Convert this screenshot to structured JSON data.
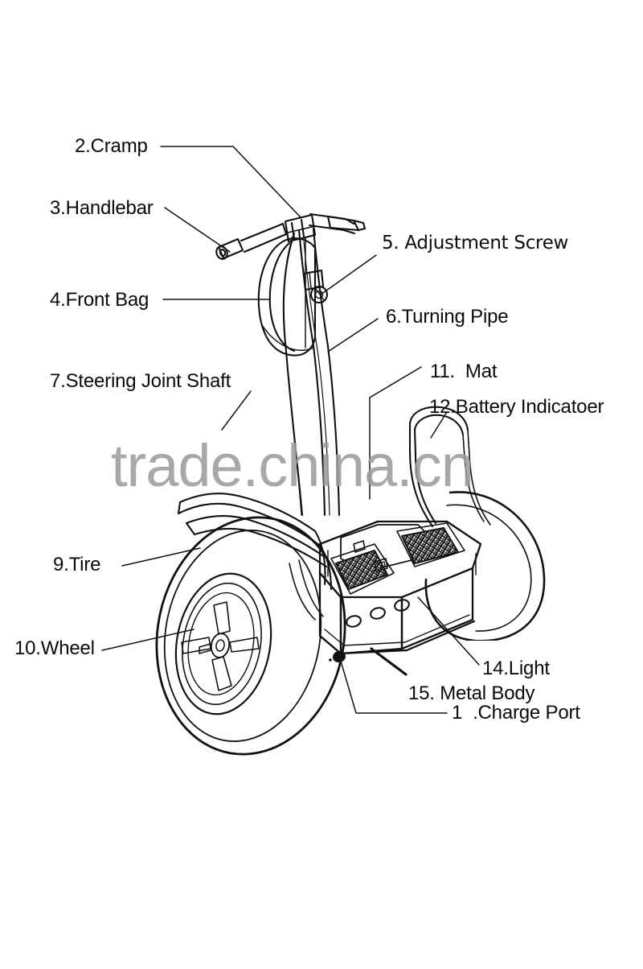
{
  "document": {
    "type": "exploded-parts-diagram",
    "subject": "Self-balancing electric scooter (two-wheel personal transporter)",
    "background_color": "#ffffff",
    "line_color": "#111111"
  },
  "watermark": {
    "text": "trade.china.cn",
    "color": "#9d9d9d"
  },
  "labels": [
    {
      "id": "2",
      "text": "2.Cramp",
      "name": "label-cramp"
    },
    {
      "id": "3",
      "text": "3.Handlebar",
      "name": "label-handlebar"
    },
    {
      "id": "4",
      "text": "4.Front Bag",
      "name": "label-front-bag"
    },
    {
      "id": "5",
      "text": "5. Adjustment Screw",
      "name": "label-adjustment-screw"
    },
    {
      "id": "6",
      "text": "6.Turning Pipe",
      "name": "label-turning-pipe"
    },
    {
      "id": "7",
      "text": "7.Steering Joint Shaft",
      "name": "label-steering-joint-shaft"
    },
    {
      "id": "9",
      "text": "9.Tire",
      "name": "label-tire"
    },
    {
      "id": "10",
      "text": "10.Wheel",
      "name": "label-wheel"
    },
    {
      "id": "11",
      "text": "11.  Mat",
      "name": "label-mat"
    },
    {
      "id": "12",
      "text": "12.Battery Indicatoer",
      "name": "label-battery-indicator"
    },
    {
      "id": "14",
      "text": "14.Light",
      "name": "label-light"
    },
    {
      "id": "15",
      "text": "15. Metal Body",
      "name": "label-metal-body"
    },
    {
      "id": "1",
      "text": "1  .Charge Port",
      "name": "label-charge-port"
    }
  ]
}
